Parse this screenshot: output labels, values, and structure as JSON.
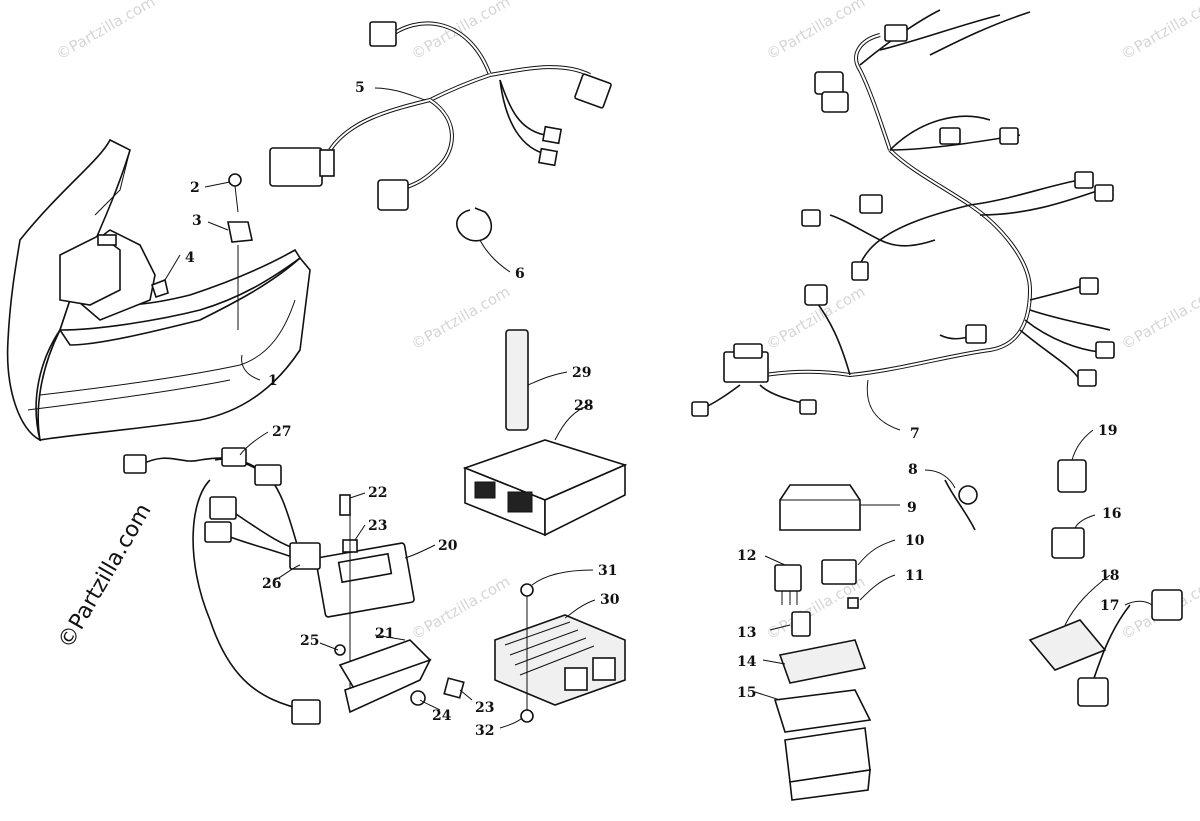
{
  "watermark": "©Partzilla.com",
  "side_watermark": "©Partzilla.com",
  "callouts": [
    "1",
    "2",
    "3",
    "4",
    "5",
    "6",
    "7",
    "8",
    "9",
    "10",
    "11",
    "12",
    "13",
    "14",
    "15",
    "16",
    "17",
    "18",
    "19",
    "20",
    "21",
    "22",
    "23",
    "23",
    "24",
    "25",
    "26",
    "27",
    "28",
    "29",
    "30",
    "31",
    "32"
  ]
}
